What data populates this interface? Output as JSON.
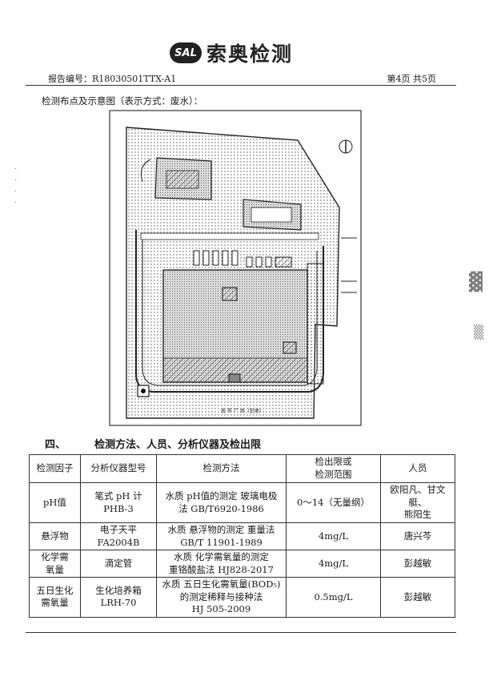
{
  "header": {
    "logo_badge": "SAL",
    "logo_text": "索奥检测",
    "report_no": "报告编号：R18030501TTX-A1",
    "page_info": "第4页 共5页"
  },
  "caption": "检测布点及示意图（表示方式：废水）：",
  "map": {
    "bottom_label": "南 市 广 场（空地）"
  },
  "section": {
    "number": "四、",
    "title": "检测方法、人员、分析仪器及检出限"
  },
  "table": {
    "headers": [
      "检测因子",
      "分析仪器型号",
      "检测方法",
      "检出限或检测范围",
      "人员"
    ],
    "header_limit_lines": [
      "检出限或",
      "检测范围"
    ],
    "rows": [
      {
        "factor": [
          "pH值"
        ],
        "instrument": [
          "笔式 pH 计",
          "PHB-3"
        ],
        "method": [
          "水质 pH值的测定 玻璃电极",
          "法 GB/T6920-1986"
        ],
        "limit": "0～14（无量纲）",
        "staff": [
          "欧阳凡、甘文艇、",
          "熊阳生"
        ]
      },
      {
        "factor": [
          "悬浮物"
        ],
        "instrument": [
          "电子天平",
          "FA2004B"
        ],
        "method": [
          "水质 悬浮物的测定 重量法",
          "GB/T 11901-1989"
        ],
        "limit": "4mg/L",
        "staff": [
          "唐兴芩"
        ]
      },
      {
        "factor": [
          "化学需",
          "氧量"
        ],
        "instrument": [
          "滴定管"
        ],
        "method": [
          "水质 化学需氧量的测定",
          "重铬酸盐法 HJ828-2017"
        ],
        "limit": "4mg/L",
        "staff": [
          "彭越敏"
        ]
      },
      {
        "factor": [
          "五日生化",
          "需氧量"
        ],
        "instrument": [
          "生化培养箱",
          "LRH-70"
        ],
        "method": [
          "水质 五日生化需氧量(BOD₅)",
          "的测定稀释与接种法",
          "HJ 505-2009"
        ],
        "limit": "0.5mg/L",
        "staff": [
          "彭越敏"
        ]
      }
    ]
  }
}
